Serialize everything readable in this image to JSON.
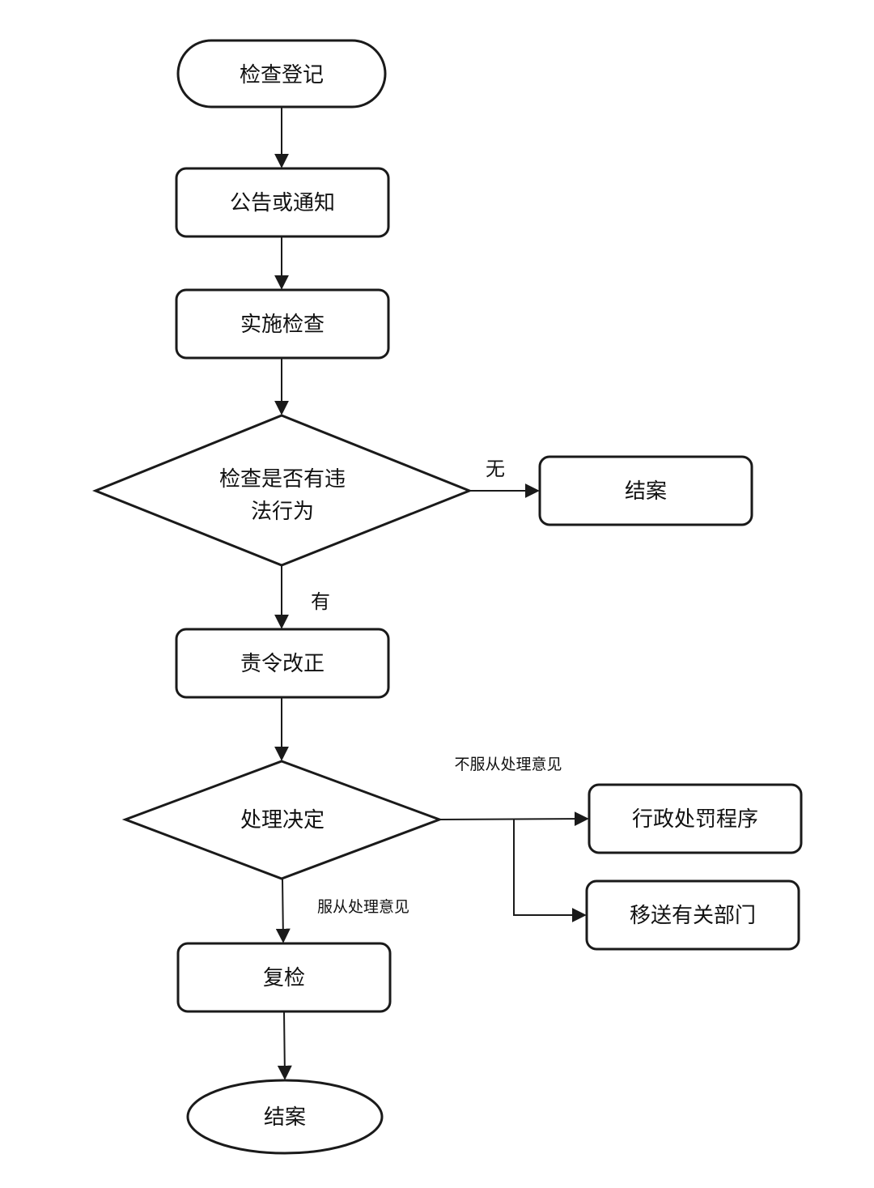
{
  "nodes": {
    "start": "检查登记",
    "notify": "公告或通知",
    "inspect": "实施检查",
    "decision1_line1": "检查是否有违",
    "decision1_line2": "法行为",
    "close_right": "结案",
    "rectify": "责令改正",
    "decision2": "处理决定",
    "penalty": "行政处罚程序",
    "transfer": "移送有关部门",
    "recheck": "复检",
    "end": "结案"
  },
  "edges": {
    "no_violation": "无",
    "has_violation": "有",
    "not_comply": "不服从处理意见",
    "comply": "服从处理意见"
  }
}
